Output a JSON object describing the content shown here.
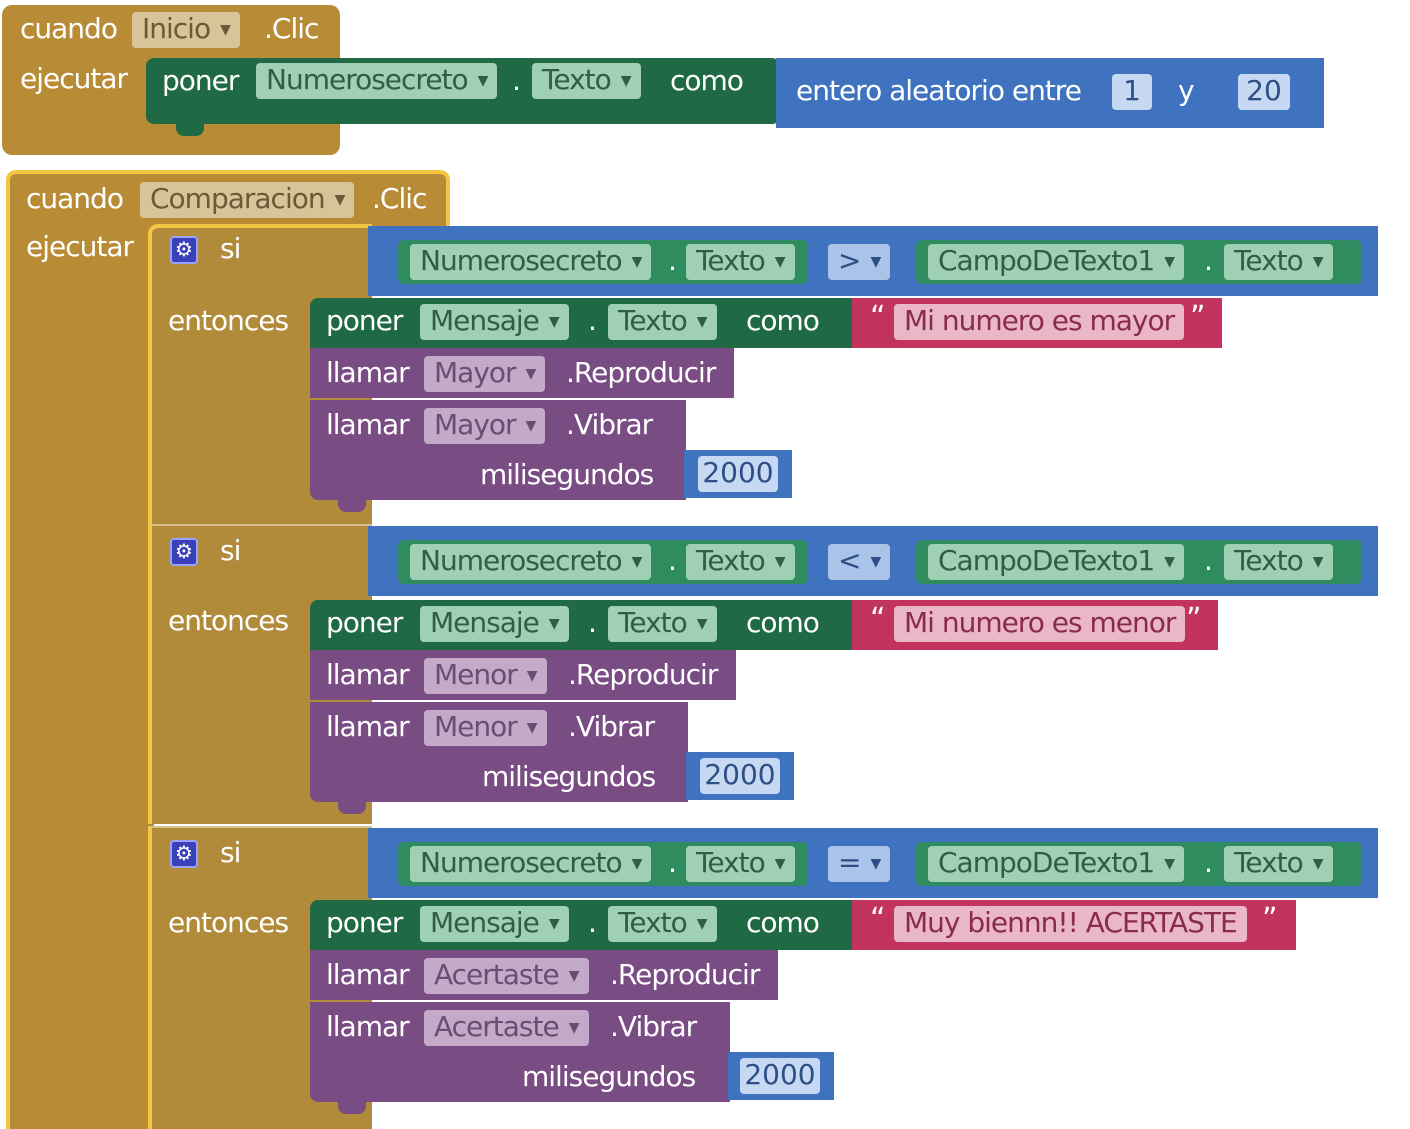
{
  "block1": {
    "when": "cuando",
    "component": "Inicio",
    "event": ".Clic",
    "do": "ejecutar",
    "set": {
      "verb": "poner",
      "component": "Numerosecreto",
      "property": "Texto",
      "as": "como"
    },
    "random": {
      "label": "entero aleatorio entre",
      "from": "1",
      "and": "y",
      "to": "20"
    }
  },
  "block2": {
    "when": "cuando",
    "component": "Comparacion",
    "event": ".Clic",
    "do": "ejecutar",
    "branches": [
      {
        "if_label": "si",
        "then_label": "entonces",
        "left_component": "Numerosecreto",
        "left_property": "Texto",
        "operator": ">",
        "right_component": "CampoDeTexto1",
        "right_property": "Texto",
        "set_verb": "poner",
        "set_component": "Mensaje",
        "set_property": "Texto",
        "set_as": "como",
        "message": "Mi numero es mayor",
        "call_verb": "llamar",
        "sound_component": "Mayor",
        "play_method": ".Reproducir",
        "vibrate_method": ".Vibrar",
        "ms_label": "milisegundos",
        "ms_value": "2000"
      },
      {
        "if_label": "si",
        "then_label": "entonces",
        "left_component": "Numerosecreto",
        "left_property": "Texto",
        "operator": "<",
        "right_component": "CampoDeTexto1",
        "right_property": "Texto",
        "set_verb": "poner",
        "set_component": "Mensaje",
        "set_property": "Texto",
        "set_as": "como",
        "message": "Mi numero es menor",
        "call_verb": "llamar",
        "sound_component": "Menor",
        "play_method": ".Reproducir",
        "vibrate_method": ".Vibrar",
        "ms_label": "milisegundos",
        "ms_value": "2000"
      },
      {
        "if_label": "si",
        "then_label": "entonces",
        "left_component": "Numerosecreto",
        "left_property": "Texto",
        "operator": "=",
        "right_component": "CampoDeTexto1",
        "right_property": "Texto",
        "set_verb": "poner",
        "set_component": "Mensaje",
        "set_property": "Texto",
        "set_as": "como",
        "message": "Muy biennn!! ACERTASTE",
        "call_verb": "llamar",
        "sound_component": "Acertaste",
        "play_method": ".Reproducir",
        "vibrate_method": ".Vibrar",
        "ms_label": "milisegundos",
        "ms_value": "2000"
      }
    ]
  },
  "colors": {
    "event": "#b88c36",
    "event_selected_outline": "#f4c542",
    "setter": "#1f6a45",
    "getter": "#2f8c5e",
    "procedure": "#7a4c84",
    "logic": "#3f73bf",
    "text": "#c2335e",
    "mutator_icon": "#3b3fb8"
  },
  "icons": {
    "mutator": "gear-icon",
    "dropdown": "dropdown-arrow-icon"
  }
}
